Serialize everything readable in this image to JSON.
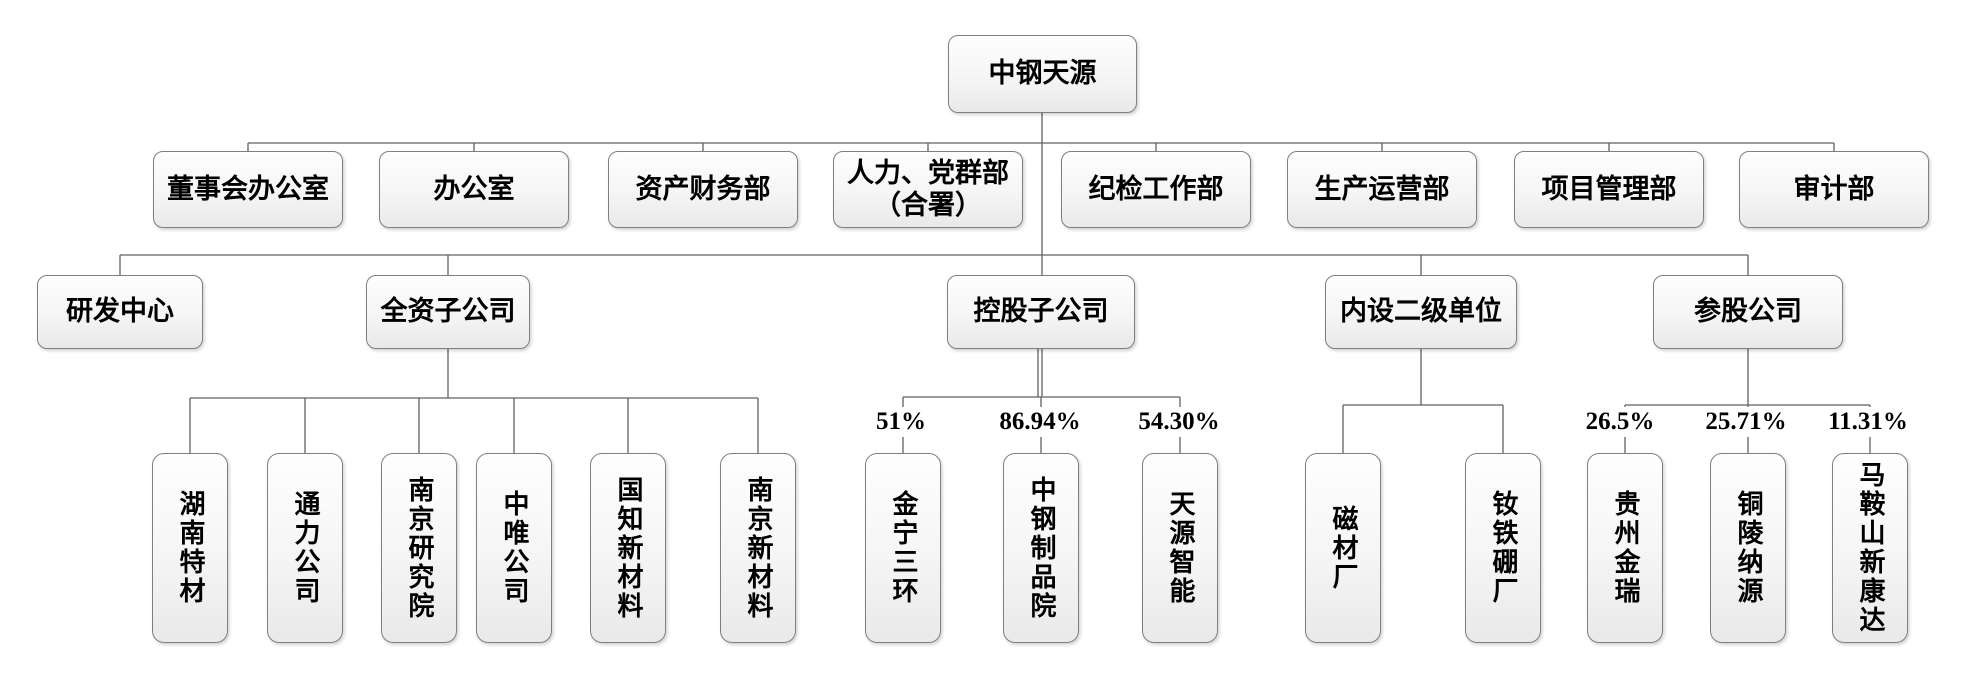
{
  "org": {
    "root": {
      "label": "中钢天源"
    },
    "departments": [
      "董事会办公室",
      "办公室",
      "资产财务部",
      "人力、党群部\n（合署）",
      "纪检工作部",
      "生产运营部",
      "项目管理部",
      "审计部"
    ],
    "branches": [
      {
        "label": "研发中心",
        "children": []
      },
      {
        "label": "全资子公司",
        "children": [
          "湖南特材",
          "通力公司",
          "南京研究院",
          "中唯公司",
          "国知新材料",
          "南京新材料"
        ]
      },
      {
        "label": "控股子公司",
        "children": [
          {
            "label": "金宁三环",
            "pct": "51%"
          },
          {
            "label": "中钢制品院",
            "pct": "86.94%"
          },
          {
            "label": "天源智能",
            "pct": "54.30%"
          }
        ]
      },
      {
        "label": "内设二级单位",
        "children": [
          "磁材厂",
          "钕铁硼厂"
        ]
      },
      {
        "label": "参股公司",
        "children": [
          {
            "label": "贵州金瑞",
            "pct": "26.5%"
          },
          {
            "label": "铜陵纳源",
            "pct": "25.71%"
          },
          {
            "label": "马鞍山新康达",
            "pct": "11.31%"
          }
        ]
      }
    ]
  },
  "colors": {
    "line": "#606060",
    "box_border": "#7f7f7f",
    "box_fill_top": "#fefefe",
    "box_fill_bottom": "#e9e9e9",
    "text": "#000000",
    "background": "#ffffff"
  }
}
